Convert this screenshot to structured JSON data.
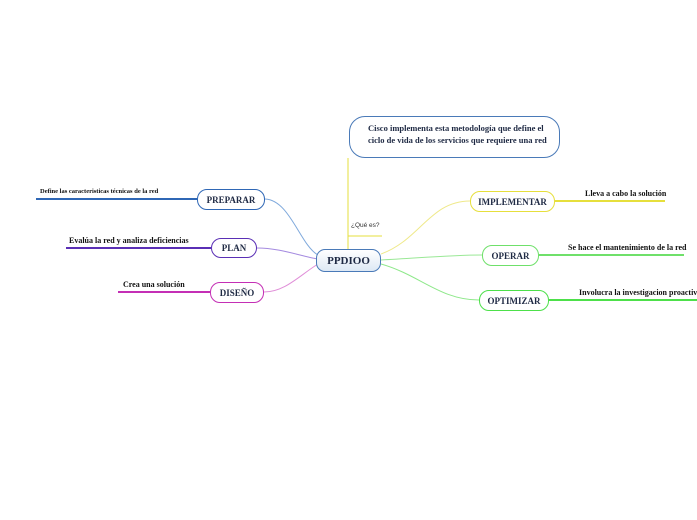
{
  "central": {
    "label": "PPDIOO"
  },
  "definition": {
    "label": "¿Qué es?",
    "text": "Cisco implementa esta metodología que define el ciclo de vida de los servicios que requiere una red"
  },
  "phases": {
    "preparar": {
      "label": "PREPARAR",
      "detail": "Define las caracteristicas técnicas de la red",
      "color": "#2f67b5"
    },
    "plan": {
      "label": "PLAN",
      "detail": "Evalúa la red y analiza deficiencias",
      "color": "#5a2fb5"
    },
    "diseno": {
      "label": "DISEÑO",
      "detail": "Crea una solución",
      "color": "#c42fb5"
    },
    "implementar": {
      "label": "IMPLEMENTAR",
      "detail": "Lleva a cabo la solución",
      "color": "#e6df3c"
    },
    "operar": {
      "label": "OPERAR",
      "detail": "Se hace el mantenimiento de la red",
      "color": "#6fe06a"
    },
    "optimizar": {
      "label": "OPTIMIZAR",
      "detail": "Involucra la investigacion proactiva de problemas de la red",
      "color": "#4de04a"
    }
  }
}
